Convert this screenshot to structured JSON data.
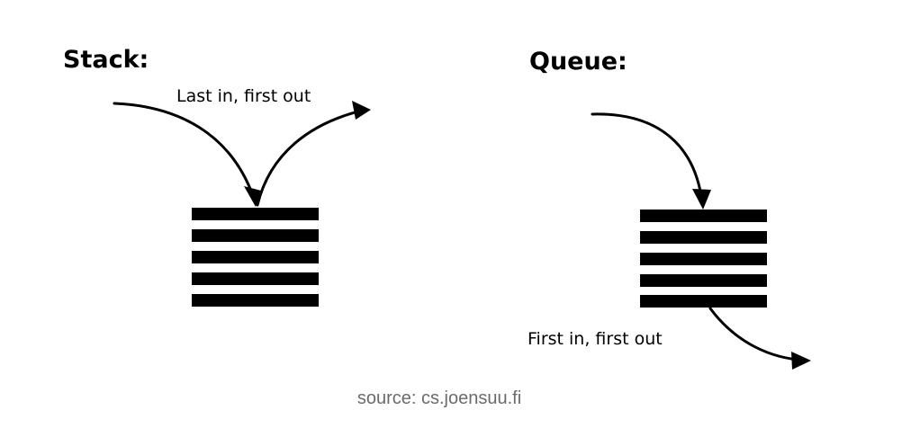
{
  "stack": {
    "title": "Stack:",
    "label": "Last in, first out",
    "bar_count": 5
  },
  "queue": {
    "title": "Queue:",
    "label": "First in, first out",
    "bar_count": 5
  },
  "caption": "source: cs.joensuu.fi",
  "colors": {
    "ink": "#000000",
    "caption": "#6b6b6b",
    "background": "#ffffff"
  }
}
